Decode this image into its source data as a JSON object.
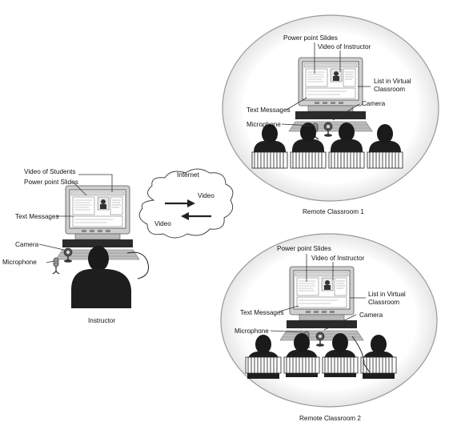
{
  "instructor": {
    "caption": "Instructor",
    "labels": {
      "video_students": "Video of Students",
      "slides": "Power point Slides",
      "text_messages": "Text Messages",
      "camera": "Camera",
      "microphone": "Microphone"
    }
  },
  "internet": {
    "title": "Internet",
    "video_out": "Video",
    "video_in": "Video"
  },
  "remote1": {
    "caption": "Remote Classroom 1",
    "labels": {
      "slides": "Power point Slides",
      "video_instructor": "Video of Instructor",
      "list_line1": "List in Virtual",
      "list_line2": "Classroom",
      "text_messages": "Text Messages",
      "camera": "Camera",
      "microphone": "Microphone"
    }
  },
  "remote2": {
    "caption": "Remote Classroom 2",
    "labels": {
      "slides": "Power point Slides",
      "video_instructor": "Video of Instructor",
      "list_line1": "List in Virtual",
      "list_line2": "Classroom",
      "text_messages": "Text Messages",
      "camera": "Camera",
      "microphone": "Microphone"
    }
  }
}
